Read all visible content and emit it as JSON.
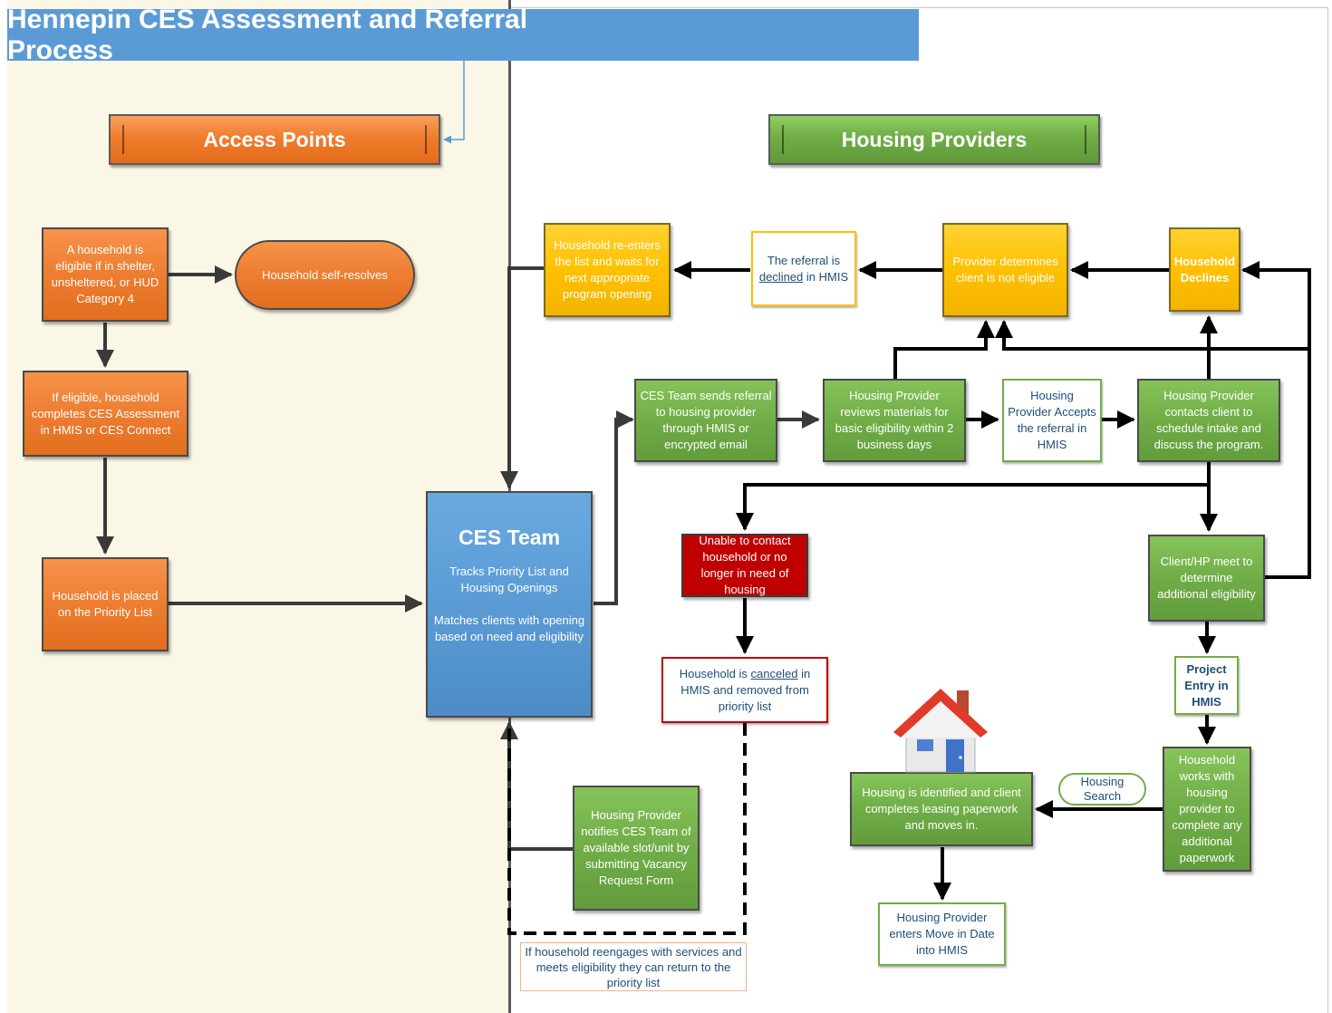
{
  "title": "Hennepin CES Assessment and Referral Process",
  "lanes": {
    "access_points": "Access Points",
    "housing_providers": "Housing Providers"
  },
  "nodes": {
    "eligible": "A household is eligible if in shelter, unsheltered, or HUD Category 4",
    "self_resolves": "Household self-resolves",
    "assessment": "If eligible, household completes CES Assessment in HMIS or CES Connect",
    "priority_list": "Household is placed on the Priority List",
    "ces_team": {
      "title": "CES Team",
      "line1": "Tracks Priority List and Housing Openings",
      "line2": "Matches clients with opening based on need and eligibility"
    },
    "reenters": "Household re-enters the list and waits for next appropriate program opening",
    "declined_pre": "The referral is",
    "declined_word": "declined",
    "declined_post": "in HMIS",
    "not_eligible": "Provider determines client is not eligible",
    "household_declines": "Household Declines",
    "sends_referral": "CES Team sends referral to housing provider through HMIS or encrypted email",
    "reviews": "Housing Provider reviews materials for basic eligibility within 2 business days",
    "accepts": "Housing Provider Accepts the referral in HMIS",
    "contacts": "Housing Provider contacts client to schedule intake and discuss the program.",
    "unable_contact": "Unable to contact household or no longer in need of housing",
    "canceled_pre": "Household is",
    "canceled_word": "canceled",
    "canceled_post": "in HMIS and removed from priority list",
    "meet": "Client/HP meet to determine additional eligibility",
    "project_entry": "Project Entry in HMIS",
    "works_with": "Household works with housing provider to complete any additional paperwork",
    "housing_search": "Housing Search",
    "identified": "Housing is identified and client completes leasing paperwork and moves in.",
    "move_in": "Housing Provider enters Move in Date into HMIS",
    "notifies": "Housing Provider notifies CES Team of available slot/unit by submitting Vacancy Request Form",
    "reengages": "If household reengages with services and meets eligibility they can return to the priority list"
  },
  "colors": {
    "orange": "#ed7d31",
    "green": "#70ad47",
    "yellow": "#ffc000",
    "blue": "#5b9bd5",
    "red": "#c00000",
    "lane_background": "#fbf7e7"
  },
  "icons": {
    "house": "house-icon"
  }
}
